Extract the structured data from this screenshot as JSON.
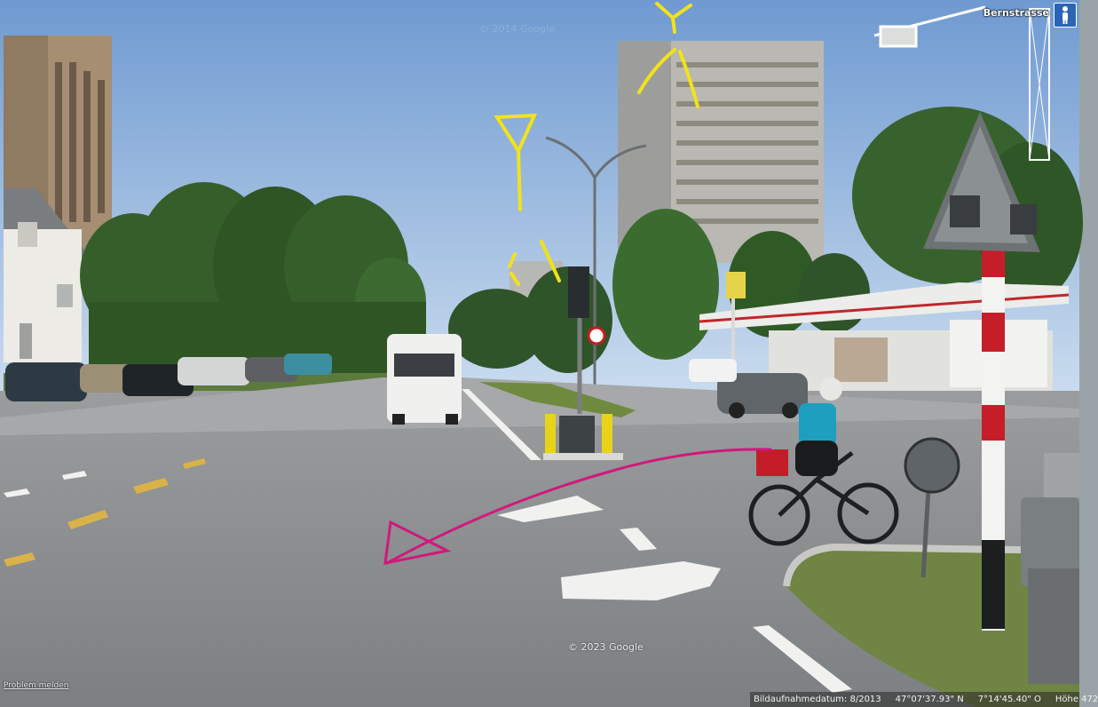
{
  "streetview": {
    "street_name": "Bernstrasse",
    "watermark_top": "© 2014 Google",
    "watermark_bottom": "© 2023 Google",
    "report_problem": "Problem melden",
    "capture_date": "Bildaufnahmedatum: 8/2013",
    "latitude": "47°07'37.93\" N",
    "longitude": "7°14'45.40\" O",
    "elevation": "Höhe  472"
  },
  "icons": {
    "pegman": "pegman-icon"
  },
  "colors": {
    "annotation_yellow": "#f2e21a",
    "annotation_magenta": "#d0197c",
    "sky": "#8fb4de",
    "road": "#8b8e90"
  }
}
